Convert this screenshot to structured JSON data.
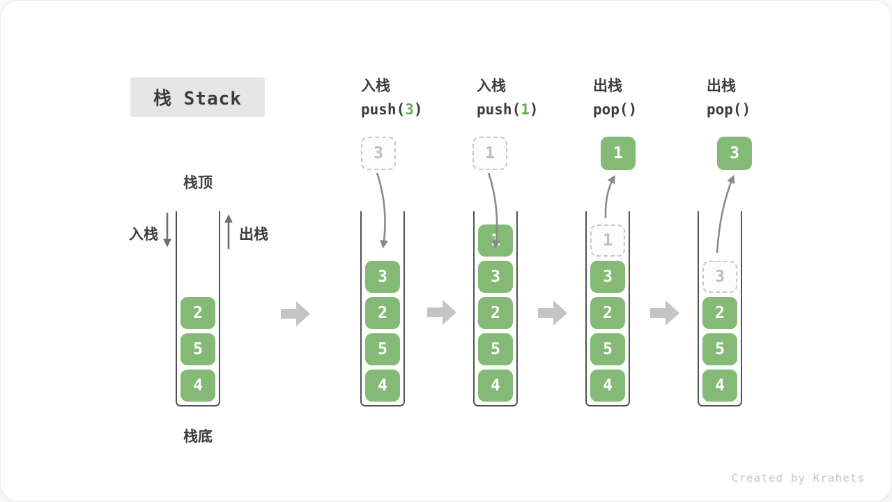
{
  "title": "栈 Stack",
  "watermark": "Created by Krahets",
  "colors": {
    "cell_green": "#85ba76",
    "code_arg_green": "#69a858",
    "ghost_gray": "#c8c8c8",
    "arrow_gray": "#8a8a8a",
    "block_arrow_gray": "#c4c4c4"
  },
  "legend": {
    "stack_top": "栈顶",
    "stack_bottom": "栈底",
    "push_side": "入栈",
    "pop_side": "出栈"
  },
  "initial_stack": {
    "items": [
      "2",
      "5",
      "4"
    ]
  },
  "steps": [
    {
      "op": "入栈",
      "code_prefix": "push(",
      "code_arg": "3",
      "code_suffix": ")",
      "float": {
        "value": "3",
        "ghost": true
      },
      "items": [
        {
          "v": "3",
          "ghost": false
        },
        {
          "v": "2",
          "ghost": false
        },
        {
          "v": "5",
          "ghost": false
        },
        {
          "v": "4",
          "ghost": false
        }
      ]
    },
    {
      "op": "入栈",
      "code_prefix": "push(",
      "code_arg": "1",
      "code_suffix": ")",
      "float": {
        "value": "1",
        "ghost": true
      },
      "items": [
        {
          "v": "1",
          "ghost": false
        },
        {
          "v": "3",
          "ghost": false
        },
        {
          "v": "2",
          "ghost": false
        },
        {
          "v": "5",
          "ghost": false
        },
        {
          "v": "4",
          "ghost": false
        }
      ]
    },
    {
      "op": "出栈",
      "code_prefix": "pop(",
      "code_arg": "",
      "code_suffix": ")",
      "float": {
        "value": "1",
        "ghost": false
      },
      "items": [
        {
          "v": "1",
          "ghost": true
        },
        {
          "v": "3",
          "ghost": false
        },
        {
          "v": "2",
          "ghost": false
        },
        {
          "v": "5",
          "ghost": false
        },
        {
          "v": "4",
          "ghost": false
        }
      ]
    },
    {
      "op": "出栈",
      "code_prefix": "pop(",
      "code_arg": "",
      "code_suffix": ")",
      "float": {
        "value": "3",
        "ghost": false
      },
      "items": [
        {
          "v": "3",
          "ghost": true
        },
        {
          "v": "2",
          "ghost": false
        },
        {
          "v": "5",
          "ghost": false
        },
        {
          "v": "4",
          "ghost": false
        }
      ]
    }
  ]
}
